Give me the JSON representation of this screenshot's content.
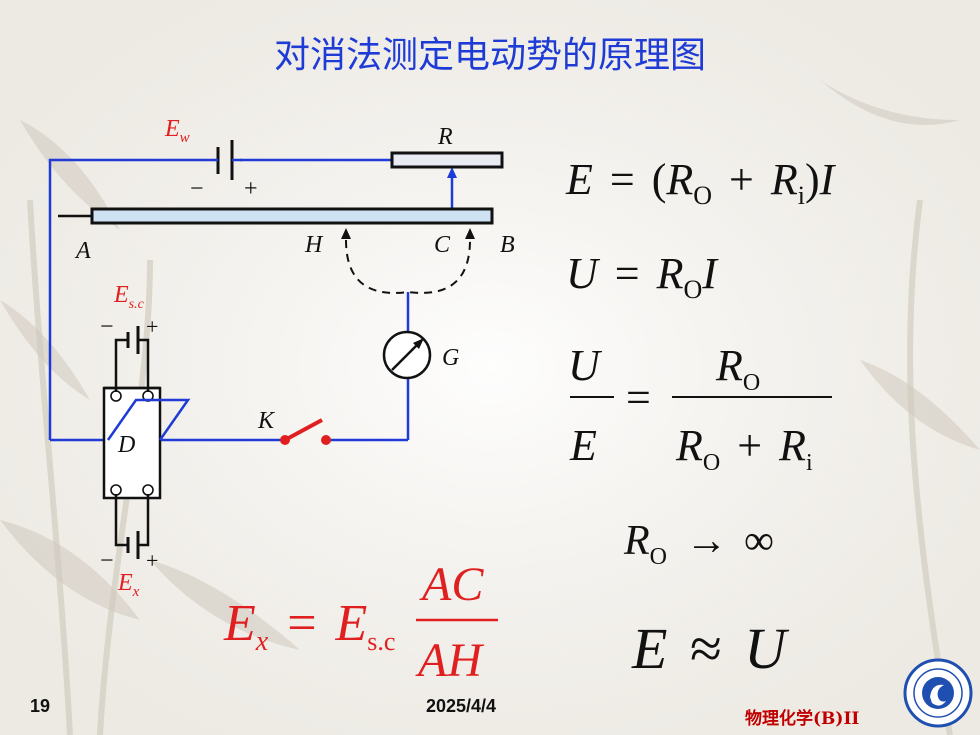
{
  "slide": {
    "title": "对消法测定电动势的原理图",
    "page_number": "19",
    "date": "2025/4/4",
    "brand": "物理化学(B)II"
  },
  "circuit": {
    "ew": "E",
    "ew_sub": "w",
    "minus": "−",
    "plus": "+",
    "r": "R",
    "a": "A",
    "h": "H",
    "c": "C",
    "b": "B",
    "esc": "E",
    "esc_sub": "s.c",
    "g": "G",
    "k": "K",
    "d": "D",
    "ex": "E",
    "ex_sub": "x"
  },
  "equations": {
    "eq1": {
      "lhs": "E",
      "rel": "=",
      "open": "(",
      "r0": "R",
      "r0_sub": "O",
      "plus": "+",
      "ri": "R",
      "ri_sub": "i",
      "close": ")",
      "i": "I"
    },
    "eq2": {
      "lhs": "U",
      "rel": "=",
      "r0": "R",
      "r0_sub": "O",
      "i": "I"
    },
    "eq3": {
      "num": "U",
      "den": "E",
      "rel": "=",
      "rnum": "R",
      "rnum_sub": "O",
      "rden1": "R",
      "rden1_sub": "O",
      "plus": "+",
      "rden2": "R",
      "rden2_sub": "i"
    },
    "eq4": {
      "r": "R",
      "r_sub": "O",
      "arrow": "→",
      "inf": "∞"
    },
    "eq5": {
      "lhs": "E",
      "rel": "≈",
      "rhs": "U"
    },
    "ex": {
      "e": "E",
      "e_sub": "x",
      "rel": "=",
      "e2": "E",
      "e2_sub": "s.c",
      "num": "AC",
      "den": "AH"
    }
  },
  "colors": {
    "title": "#1f3bd6",
    "wire": "#1f3bd6",
    "red": "#e02020",
    "text": "#111111"
  }
}
